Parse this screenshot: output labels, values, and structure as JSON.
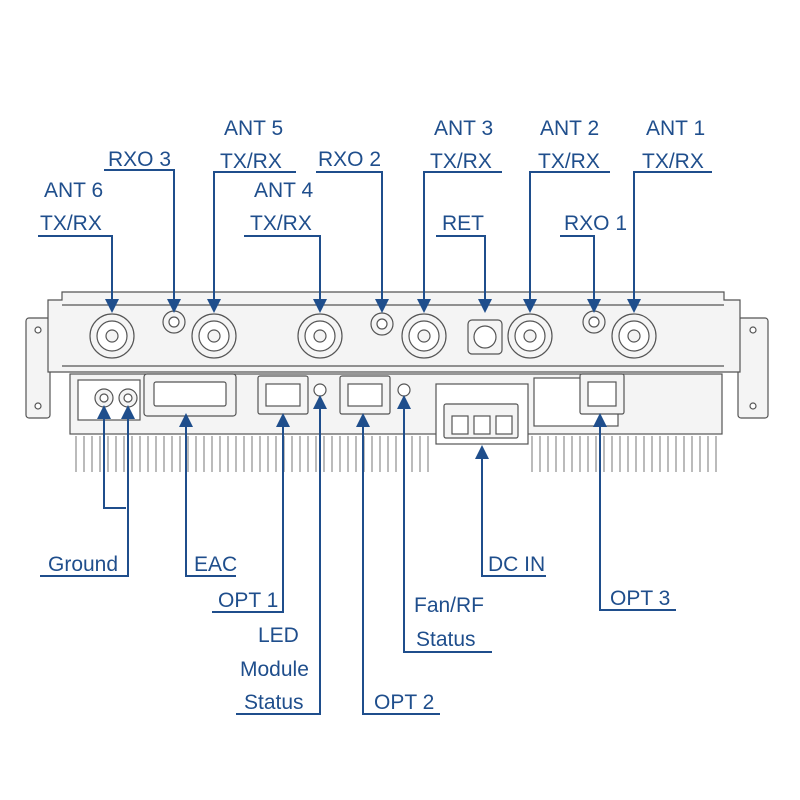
{
  "colors": {
    "label": "#1f4e8c",
    "device_line": "#555555",
    "device_fill": "#f4f4f4"
  },
  "callouts": {
    "ant6_l1": "ANT 6",
    "ant6_l2": "TX/RX",
    "rxo3": "RXO 3",
    "ant5_l1": "ANT 5",
    "ant5_l2": "TX/RX",
    "ant4_l1": "ANT 4",
    "ant4_l2": "TX/RX",
    "rxo2": "RXO 2",
    "ant3_l1": "ANT 3",
    "ant3_l2": "TX/RX",
    "ret": "RET",
    "ant2_l1": "ANT 2",
    "ant2_l2": "TX/RX",
    "rxo1": "RXO 1",
    "ant1_l1": "ANT 1",
    "ant1_l2": "TX/RX",
    "ground": "Ground",
    "eac": "EAC",
    "opt1": "OPT 1",
    "led_l1": "LED",
    "led_l2": "Module",
    "led_l3": "Status",
    "opt2": "OPT 2",
    "fan_l1": "Fan/RF",
    "fan_l2": "Status",
    "dcin": "DC IN",
    "opt3": "OPT 3"
  }
}
